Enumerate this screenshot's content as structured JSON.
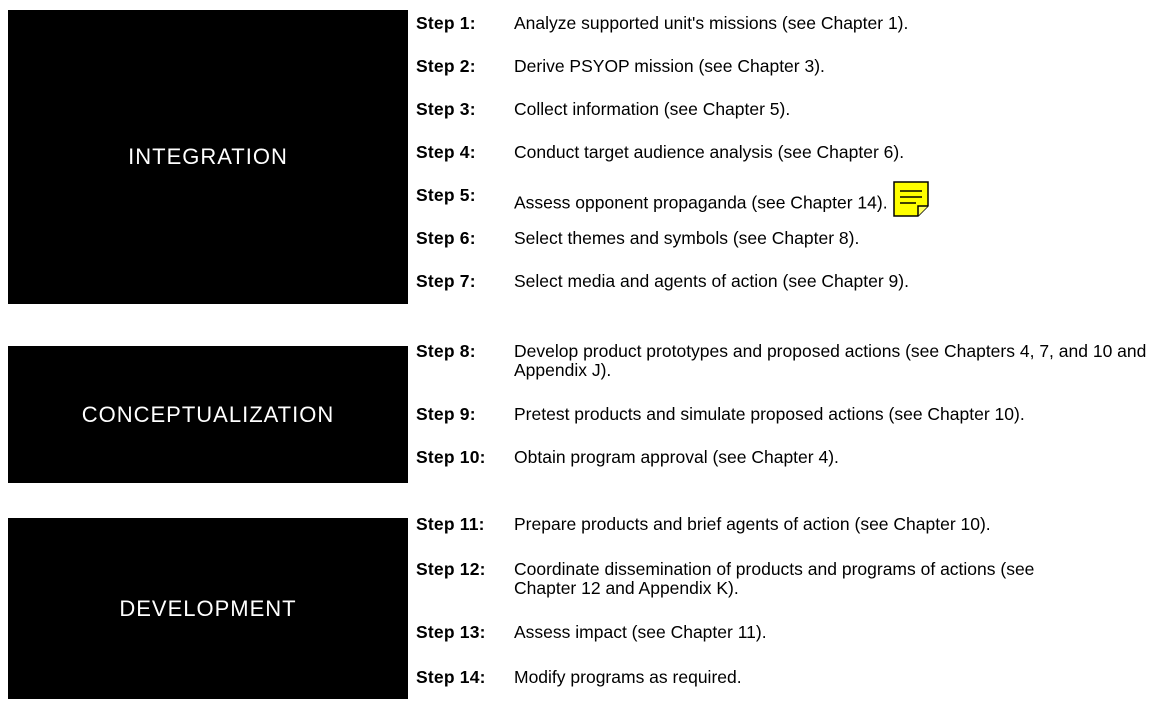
{
  "phases": [
    {
      "label": "INTEGRATION"
    },
    {
      "label": "CONCEPTUALIZATION"
    },
    {
      "label": "DEVELOPMENT"
    }
  ],
  "steps": [
    {
      "label": "Step 1:",
      "text": "Analyze supported unit's missions (see Chapter 1)."
    },
    {
      "label": "Step 2:",
      "text": "Derive PSYOP mission (see Chapter 3)."
    },
    {
      "label": "Step 3:",
      "text": "Collect information (see Chapter 5)."
    },
    {
      "label": "Step 4:",
      "text": "Conduct target audience analysis (see Chapter 6)."
    },
    {
      "label": "Step 5:",
      "text": "Assess opponent propaganda (see Chapter 14)."
    },
    {
      "label": "Step 6:",
      "text": "Select themes and symbols (see Chapter 8)."
    },
    {
      "label": "Step 7:",
      "text": "Select media and agents of action (see Chapter 9)."
    },
    {
      "label": "Step 8:",
      "text": "Develop product prototypes and proposed actions (see Chapters 4, 7, and 10 and Appendix J)."
    },
    {
      "label": "Step 9:",
      "text": "Pretest products and simulate proposed actions (see Chapter 10)."
    },
    {
      "label": "Step 10:",
      "text": "Obtain program approval (see Chapter 4)."
    },
    {
      "label": "Step 11:",
      "text": "Prepare products and brief agents of action (see Chapter 10)."
    },
    {
      "label": "Step 12:",
      "text": "Coordinate dissemination of products and programs of actions (see Chapter 12 and Appendix K)."
    },
    {
      "label": "Step 13:",
      "text": "Assess impact (see Chapter 11)."
    },
    {
      "label": "Step 14:",
      "text": "Modify programs as required."
    }
  ],
  "note_icon": {
    "name": "sticky-note-icon",
    "color": "#ffff00"
  }
}
